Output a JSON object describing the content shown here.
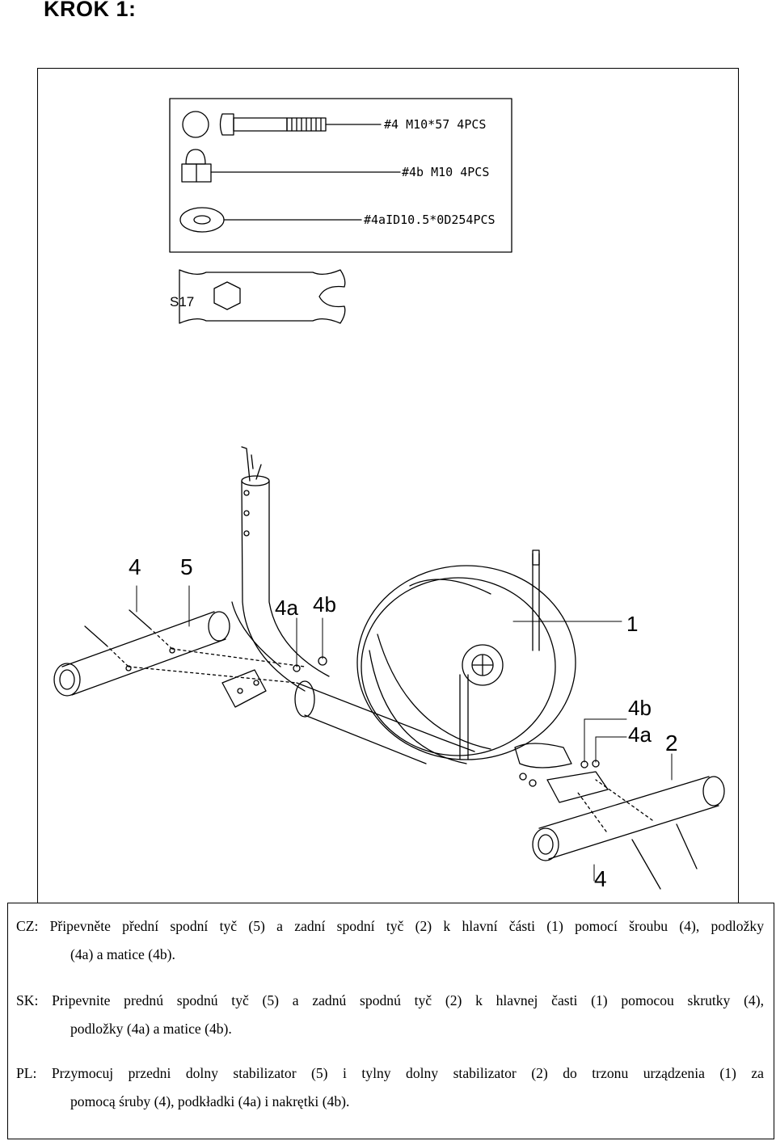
{
  "document": {
    "step_title": "KROK 1:"
  },
  "parts_list": {
    "items": [
      {
        "code": "#4 M10*57 4PCS"
      },
      {
        "code": "#4b M10 4PCS"
      },
      {
        "code": "#4aID10.5*0D254PCS"
      }
    ],
    "wrench_label": "S17"
  },
  "callouts": {
    "c4_top": "4",
    "c5": "5",
    "c4a_top": "4a",
    "c4b_top": "4b",
    "c1": "1",
    "c4b_right": "4b",
    "c4a_right": "4a",
    "c2": "2",
    "c4_bottom": "4"
  },
  "instructions": {
    "cz": {
      "line1": "CZ: Připevněte přední spodní tyč (5) a zadní spodní tyč (2) k hlavní části (1) pomocí šroubu (4), podložky",
      "line2": "(4a) a matice (4b)."
    },
    "sk": {
      "line1": "SK: Pripevnite prednú spodnú tyč (5) a zadnú spodnú tyč (2) k hlavnej časti (1) pomocou skrutky (4),",
      "line2": "podložky (4a) a matice (4b)."
    },
    "pl": {
      "line1": "PL: Przymocuj przedni dolny stabilizator (5) i tylny dolny stabilizator (2) do trzonu urządzenia (1) za",
      "line2": "pomocą śruby (4), podkładki (4a) i nakrętki (4b)."
    }
  }
}
